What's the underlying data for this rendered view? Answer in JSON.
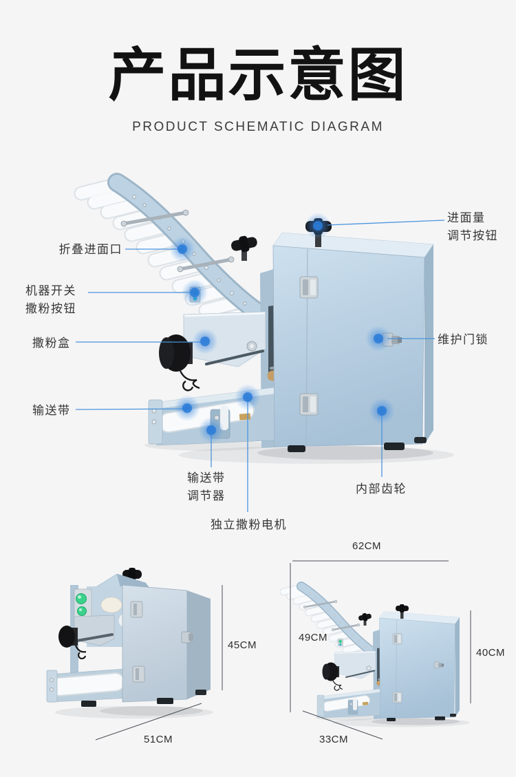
{
  "header": {
    "title": "产品示意图",
    "subtitle": "PRODUCT SCHEMATIC DIAGRAM"
  },
  "callouts": {
    "fold_feed_inlet": {
      "label": "折叠进面口"
    },
    "machine_switch": {
      "line1": "机器开关",
      "line2": "撒粉按钮"
    },
    "flour_box": {
      "label": "撒粉盒"
    },
    "conveyor_belt": {
      "label": "输送带"
    },
    "conveyor_adjuster": {
      "line1": "输送带",
      "line2": "调节器"
    },
    "flour_motor": {
      "label": "独立撒粉电机"
    },
    "internal_gear": {
      "label": "内部齿轮"
    },
    "door_lock": {
      "label": "维护门锁"
    },
    "feed_adjust_knob": {
      "line1": "进面量",
      "line2": "调节按钮"
    }
  },
  "dimensions": {
    "front_view": {
      "height": "45CM",
      "width": "51CM"
    },
    "side_view": {
      "top_width": "62CM",
      "left_height": "49CM",
      "right_height": "40CM",
      "depth": "33CM"
    }
  },
  "colors": {
    "background": "#f5f5f6",
    "callout_accent_blue": "#4a94dc",
    "callout_dot_blue": "#2b7cd8",
    "machine_body_blue": "#b9cfe0",
    "machine_door_blue": "#b3c9de",
    "button_green": "#3bd28c",
    "dimension_line": "#4b5055",
    "title_black": "#121212"
  }
}
